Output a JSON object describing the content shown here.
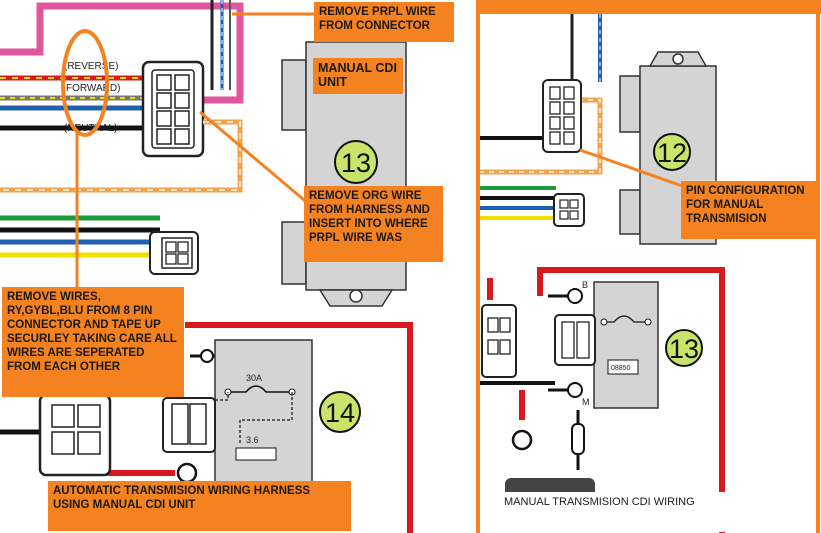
{
  "left_panel": {
    "callouts": {
      "remove_prpl": "REMOVE PRPL WIRE FROM CONNECTOR",
      "cdi_unit": "MANUAL CDI UNIT",
      "remove_org": "REMOVE ORG WIRE FROM HARNESS AND INSERT INTO WHERE PRPL WIRE WAS",
      "remove_wires": "REMOVE WIRES, RY,GYBL,BLU FROM 8 PIN CONNECTOR AND TAPE UP SECURLEY TAKING CARE ALL WIRES ARE SEPERATED FROM EACH OTHER",
      "auto_caption": "AUTOMATIC TRANSMISION WIRING HARNESS USING MANUAL CDI UNIT"
    },
    "wire_labels": {
      "reverse": "(REVERSE)",
      "forward": "FORWARD)",
      "neutral": "(NEUTRAL)"
    },
    "cdi_number": "13",
    "relay_number": "14",
    "fuse_30a": "30A",
    "resistor_value": "3.6"
  },
  "right_panel": {
    "callouts": {
      "pin_config": "PIN CONFIGURATION FOR MANUAL TRANSMISION",
      "caption": "MANUAL TRANSMISION CDI WIRING"
    },
    "cdi_number": "12",
    "relay_number": "13",
    "terminal_b": "B",
    "terminal_m": "M",
    "relay_code": "08850"
  },
  "colors": {
    "orange_callout": "#f58220",
    "wire_pink": "#e0559b",
    "wire_red": "#d7191c",
    "wire_yellow": "#f0e000",
    "wire_blue": "#1f5fb0",
    "wire_green": "#1a9a3a",
    "wire_orange": "#f5a04a",
    "wire_black": "#111111",
    "component_gray": "#d4d4d4"
  }
}
